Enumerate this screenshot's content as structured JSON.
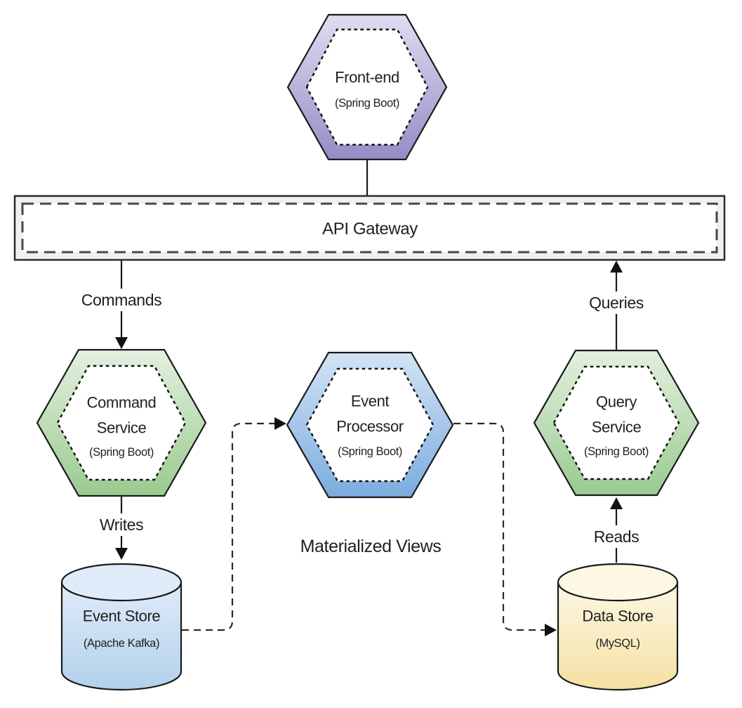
{
  "nodes": {
    "frontend": {
      "label": "Front-end",
      "sublabel": "(Spring Boot)"
    },
    "api_gateway": {
      "label": "API Gateway"
    },
    "command_service": {
      "line1": "Command",
      "line2": "Service",
      "sublabel": "(Spring Boot)"
    },
    "event_processor": {
      "line1": "Event",
      "line2": "Processor",
      "sublabel": "(Spring Boot)"
    },
    "query_service": {
      "line1": "Query",
      "line2": "Service",
      "sublabel": "(Spring Boot)"
    },
    "event_store": {
      "label": "Event Store",
      "sublabel": "(Apache Kafka)"
    },
    "data_store": {
      "label": "Data Store",
      "sublabel": "(MySQL)"
    }
  },
  "edges": {
    "commands": "Commands",
    "writes": "Writes",
    "queries": "Queries",
    "reads": "Reads",
    "materialized_views": "Materialized Views"
  },
  "colors": {
    "frontend_top": "#E1DCF1",
    "frontend_bottom": "#978BC6",
    "service_top": "#E3F0DF",
    "service_bottom": "#9ACA90",
    "processor_top": "#D3E3F4",
    "processor_bottom": "#7BACDE",
    "event_store_top": "#DFEBF8",
    "event_store_bottom": "#B2D1EB",
    "data_store_top": "#FDF8E4",
    "data_store_bottom": "#F5E0A3",
    "gateway_fill": "#F0F0EF",
    "line": "#1A1A1A"
  }
}
